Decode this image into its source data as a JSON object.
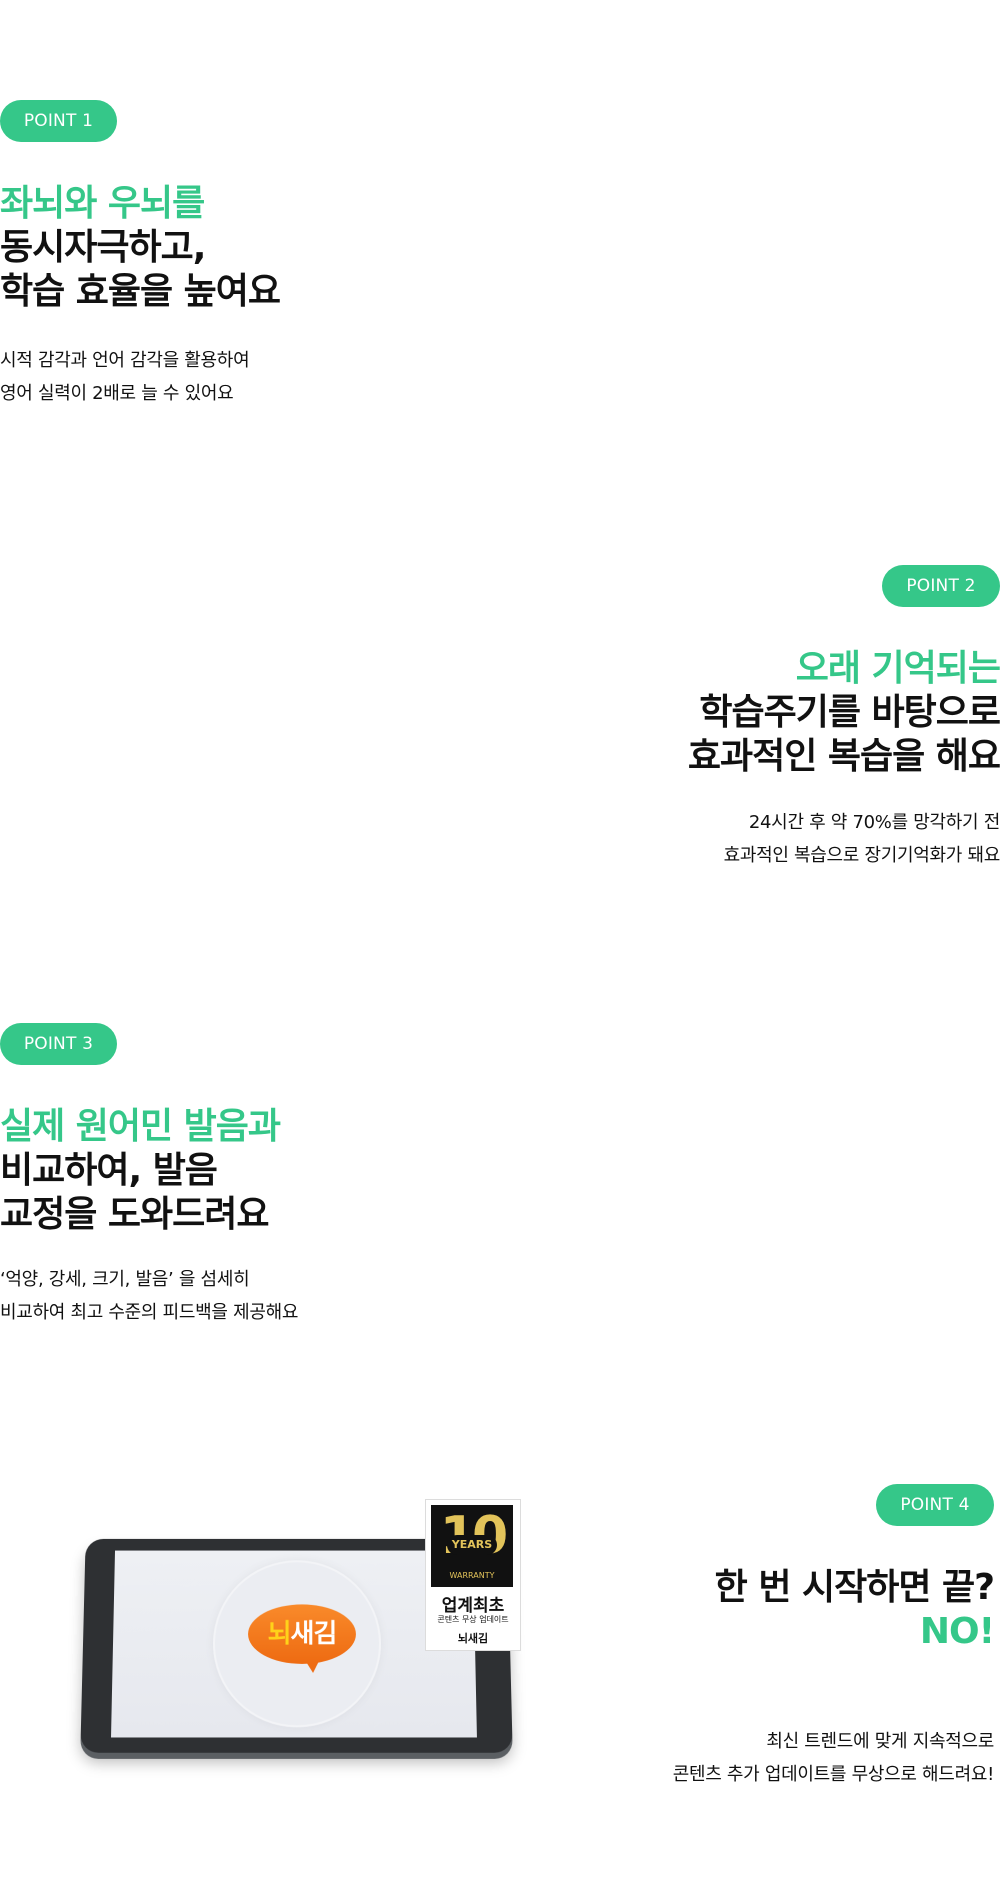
{
  "colors": {
    "accent": "#35c789",
    "text": "#111111",
    "logo_orange": "#ee6b12",
    "badge_gold": "#e2c35a"
  },
  "sections": [
    {
      "badge": "POINT 1",
      "title_green": [
        "좌뇌와 우뇌를"
      ],
      "title_black": [
        "동시자극하고,",
        "학습 효율을 높여요"
      ],
      "body": [
        "시적 감각과 언어 감각을 활용하여",
        "영어 실력이 2배로 늘 수 있어요"
      ]
    },
    {
      "badge": "POINT 2",
      "title_green": [
        "오래 기억되는"
      ],
      "title_black": [
        "학습주기를 바탕으로",
        "효과적인 복습을 해요"
      ],
      "body": [
        "24시간 후 약 70%를 망각하기 전",
        "효과적인 복습으로 장기기억화가 돼요"
      ]
    },
    {
      "badge": "POINT 3",
      "title_green": [
        "실제 원어민 발음과"
      ],
      "title_black": [
        "비교하여, 발음",
        "교정을 도와드려요"
      ],
      "body": [
        "‘억양, 강세, 크기, 발음’ 을 섬세히",
        "비교하여 최고 수준의 피드백을 제공해요"
      ]
    },
    {
      "badge": "POINT 4",
      "title_black": [
        "한 번 시작하면 끝?"
      ],
      "title_green": [
        "NO!"
      ],
      "body": [
        "최신 트렌드에 맞게 지속적으로",
        "콘텐츠 추가 업데이트를 무상으로 해드려요!"
      ]
    }
  ],
  "tablet": {
    "logo_first": "뇌",
    "logo_rest": "새김"
  },
  "warranty_badge": {
    "number": "10",
    "years": "YEARS",
    "warranty": "WARRANTY",
    "title": "업계최초",
    "subtitle": "콘텐츠 무상 업데이트",
    "brand": "뇌새김"
  }
}
